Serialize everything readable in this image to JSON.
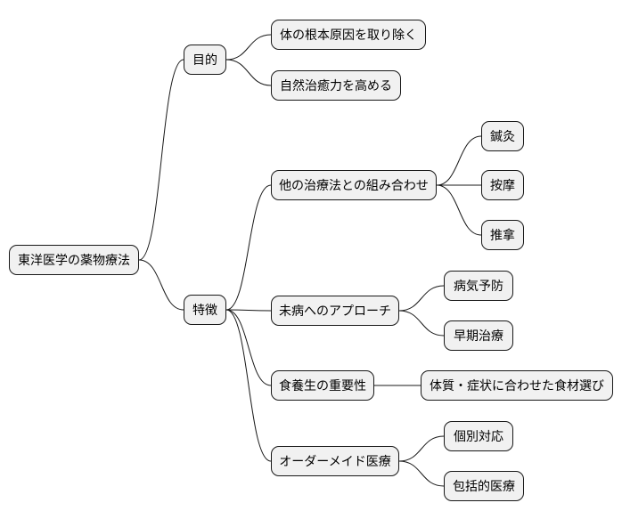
{
  "mindmap": {
    "root": "東洋医学の薬物療法",
    "purpose": {
      "label": "目的",
      "items": [
        "体の根本原因を取り除く",
        "自然治癒力を高める"
      ]
    },
    "features": {
      "label": "特徴",
      "combination": {
        "label": "他の治療法との組み合わせ",
        "items": [
          "鍼灸",
          "按摩",
          "推拿"
        ]
      },
      "prevention": {
        "label": "未病へのアプローチ",
        "items": [
          "病気予防",
          "早期治療"
        ]
      },
      "diet": {
        "label": "食養生の重要性",
        "items": [
          "体質・症状に合わせた食材選び"
        ]
      },
      "custom": {
        "label": "オーダーメイド医療",
        "items": [
          "個別対応",
          "包括的医療"
        ]
      }
    }
  }
}
